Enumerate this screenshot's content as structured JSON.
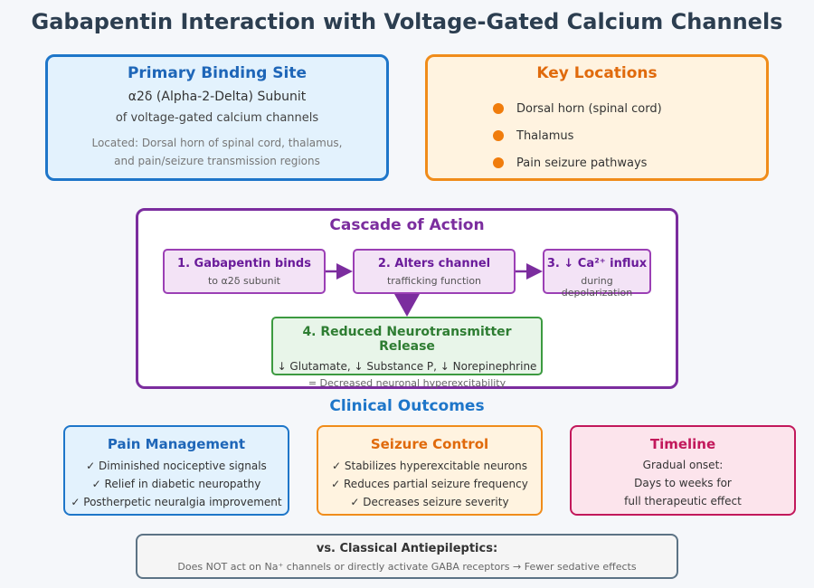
{
  "title": "Gabapentin Interaction with Voltage-Gated Calcium Channels",
  "primary": {
    "heading": "Primary Binding Site",
    "subunit": "α2δ (Alpha-2-Delta) Subunit",
    "channel": "of voltage-gated calcium channels",
    "located_line1": "Located: Dorsal horn of spinal cord, thalamus,",
    "located_line2": "and pain/seizure transmission regions"
  },
  "key_locations": {
    "heading": "Key Locations",
    "items": [
      "Dorsal horn (spinal cord)",
      "Thalamus",
      "Pain seizure pathways"
    ]
  },
  "cascade": {
    "heading": "Cascade of Action",
    "steps": [
      {
        "title": "1. Gabapentin binds",
        "desc": "to α2δ subunit"
      },
      {
        "title": "2. Alters channel",
        "desc": "trafficking function"
      },
      {
        "title": "3. ↓ Ca²⁺ influx",
        "desc": "during depolarization"
      }
    ],
    "step4": {
      "title": "4. Reduced Neurotransmitter Release",
      "desc": "↓ Glutamate, ↓ Substance P, ↓ Norepinephrine",
      "note": "= Decreased neuronal hyperexcitability"
    }
  },
  "clinical": {
    "heading": "Clinical Outcomes",
    "pain": {
      "heading": "Pain Management",
      "items": [
        "✓ Diminished nociceptive signals",
        "✓ Relief in diabetic neuropathy",
        "✓ Postherpetic neuralgia improvement"
      ]
    },
    "seizure": {
      "heading": "Seizure Control",
      "items": [
        "✓ Stabilizes hyperexcitable neurons",
        "✓ Reduces partial seizure frequency",
        "✓ Decreases seizure severity"
      ]
    },
    "timeline": {
      "heading": "Timeline",
      "lines": [
        "Gradual onset:",
        "Days to weeks for",
        "full therapeutic effect"
      ]
    }
  },
  "versus": {
    "heading": "vs. Classical Antiepileptics:",
    "desc": "Does NOT act on Na⁺ channels or directly activate GABA receptors → Fewer sedative effects"
  },
  "colors": {
    "blue": "#1e76c9",
    "orange": "#f08c1a",
    "purple": "#7b2d9e",
    "green": "#3c9a40",
    "pink": "#c2185b"
  }
}
